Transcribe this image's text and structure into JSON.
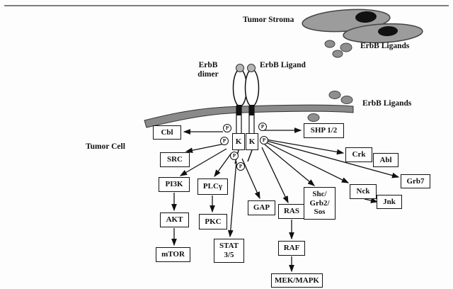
{
  "figure": {
    "tumor_stroma": "Tumor Stroma",
    "erbb_ligands_top": "ErbB Ligands",
    "erbb_dimer": "ErbB\ndimer",
    "erbb_ligand": "ErbB Ligand",
    "erbb_ligands_mem": "ErbB Ligands",
    "tumor_cell": "Tumor Cell",
    "k": "K",
    "p": "P"
  },
  "nodes": {
    "cbl": "Cbl",
    "shp": "SHP 1/2",
    "src": "SRC",
    "crk": "Crk",
    "abl": "Abl",
    "pi3k": "PI3K",
    "plcg": "PLCγ",
    "grb7": "Grb7",
    "nck": "Nck",
    "jnk": "Jnk",
    "akt": "AKT",
    "pkc": "PKC",
    "gap": "GAP",
    "ras": "RAS",
    "shc": "Shc/\nGrb2/\nSos",
    "mtor": "mTOR",
    "stat": "STAT\n3/5",
    "raf": "RAF",
    "mek": "MEK/MAPK"
  }
}
